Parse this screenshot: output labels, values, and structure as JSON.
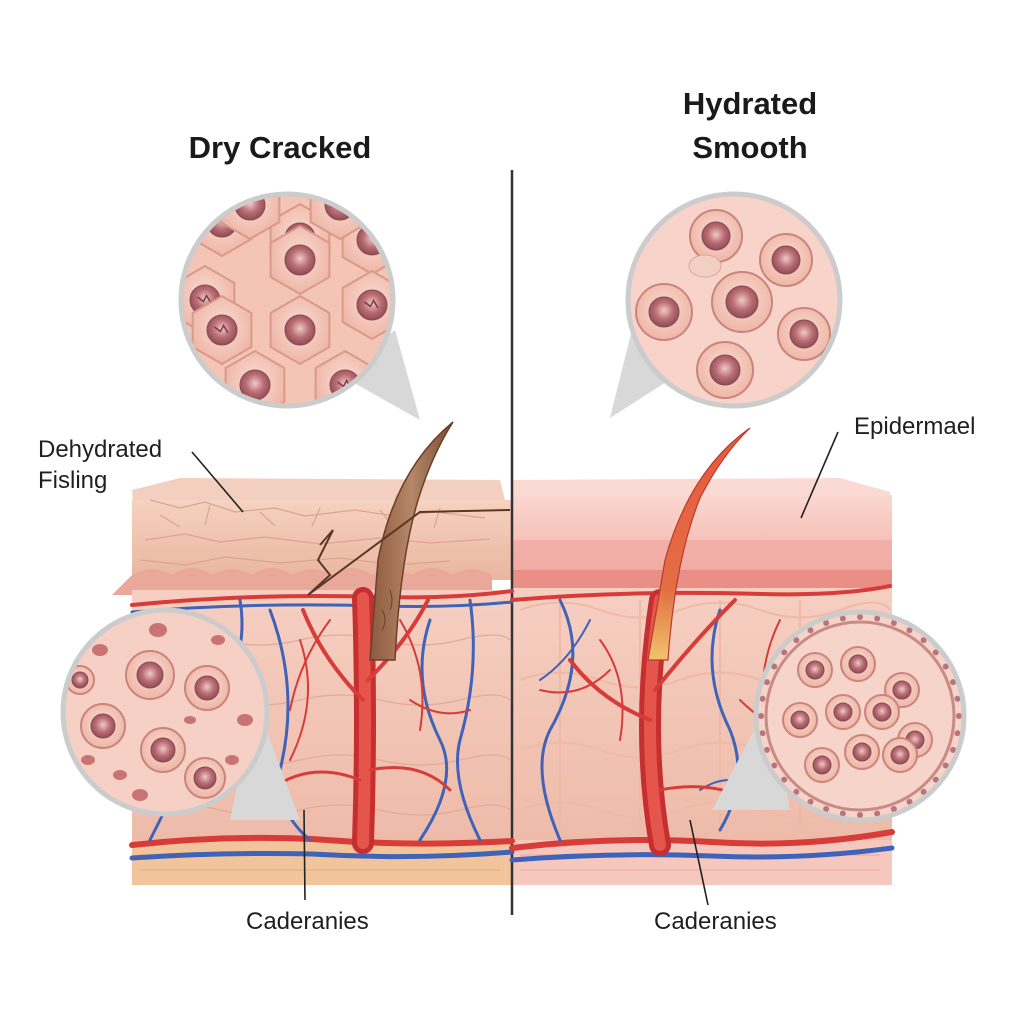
{
  "titles": {
    "left": "Dry Cracked",
    "right_line1": "Hydrated",
    "right_line2": "Smooth"
  },
  "labels": {
    "dehydrated_line1": "Dehydrated",
    "dehydrated_line2": "Fisling",
    "epidermal": "Epidermael",
    "capillaries_left": "Caderanies",
    "capillaries_right": "Caderanies"
  },
  "colors": {
    "skin_light": "#f7d2c4",
    "skin_mid": "#f0b9a8",
    "skin_dark": "#e49a88",
    "artery": "#d83c38",
    "vein": "#3f63b8",
    "fat": "#f4c9a0",
    "cell_nucleus": "#b66b72",
    "divider": "#333333"
  }
}
